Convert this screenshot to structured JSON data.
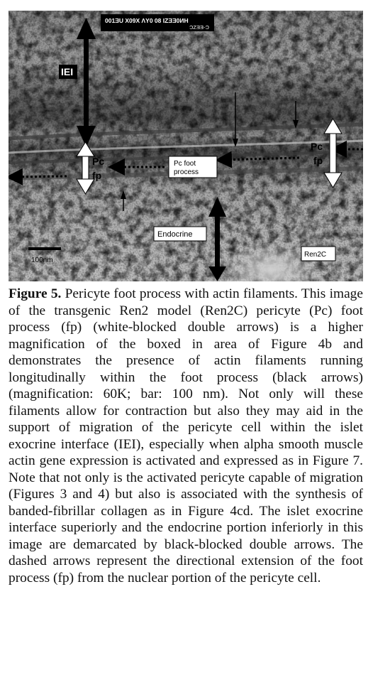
{
  "figure": {
    "header_text": "001ƎU   X09X   ΛY0 08   ƖZƎƎ0ИH",
    "header_text2": "ƆZƎƎ-Ͻ",
    "labels": {
      "iei": "IEI",
      "pc_left": "Pc",
      "fp_left": "fp",
      "pc_foot_line1": "Pc foot",
      "pc_foot_line2": "process",
      "pc_right": "Pc",
      "fp_right": "fp",
      "endocrine": "Endocrine",
      "scale": "100nm",
      "model": "Ren2C"
    }
  },
  "caption": {
    "label": "Figure 5.",
    "text": " Pericyte foot process with actin filaments. This image of the transgenic Ren2 model (Ren2C) pericyte (Pc) foot process (fp) (white-blocked double arrows) is a higher magnification of the boxed in area of Figure 4b and demonstrates the presence of actin filaments running longitudinally within the foot process (black arrows) (magnification: 60K; bar: 100 nm). Not only will these filaments allow for contraction but also they may aid in the support of migration of the pericyte cell within the islet exocrine interface (IEI), especially when alpha smooth muscle actin gene expression is activated and expressed as in Figure 7. Note that not only is the activated pericyte capable of migration (Figures 3 and 4) but also is associated with the synthesis of banded-fibrillar collagen as in Figure 4cd. The islet exocrine interface superiorly and the endocrine portion inferiorly in this image are demarcated by black-blocked double arrows. The dashed arrows represent the directional extension of the foot process (fp) from the nuclear portion of the pericyte cell."
  }
}
